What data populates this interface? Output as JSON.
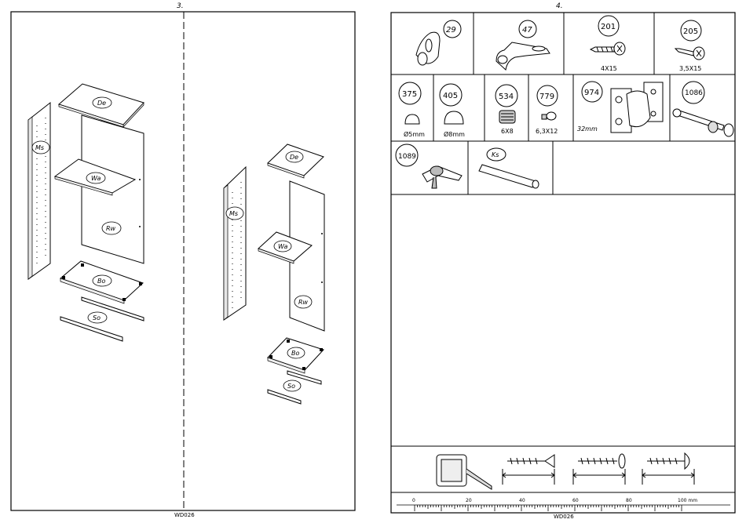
{
  "left_page": {
    "number": "3.",
    "footer_code": "WD026",
    "parts": {
      "de": "De",
      "wa": "Wa",
      "ms": "Ms",
      "rw": "Rw",
      "bo": "Bo",
      "so": "So"
    }
  },
  "right_page": {
    "number": "4.",
    "footer_code": "WD026",
    "fittings": [
      {
        "id": "29",
        "caption": ""
      },
      {
        "id": "47",
        "caption": ""
      },
      {
        "id": "201",
        "caption": "4X15"
      },
      {
        "id": "205",
        "caption": "3,5X15"
      },
      {
        "id": "375",
        "caption": "Ø5mm"
      },
      {
        "id": "405",
        "caption": "Ø8mm"
      },
      {
        "id": "534",
        "caption": "6X8"
      },
      {
        "id": "779",
        "caption": "6,3X12"
      },
      {
        "id": "974",
        "caption": "32mm"
      },
      {
        "id": "1086",
        "caption": ""
      },
      {
        "id": "1089",
        "caption": ""
      },
      {
        "id": "Ks",
        "caption": ""
      }
    ],
    "ruler": {
      "labels": [
        "0",
        "20",
        "40",
        "60",
        "80",
        "100 mm"
      ]
    }
  }
}
